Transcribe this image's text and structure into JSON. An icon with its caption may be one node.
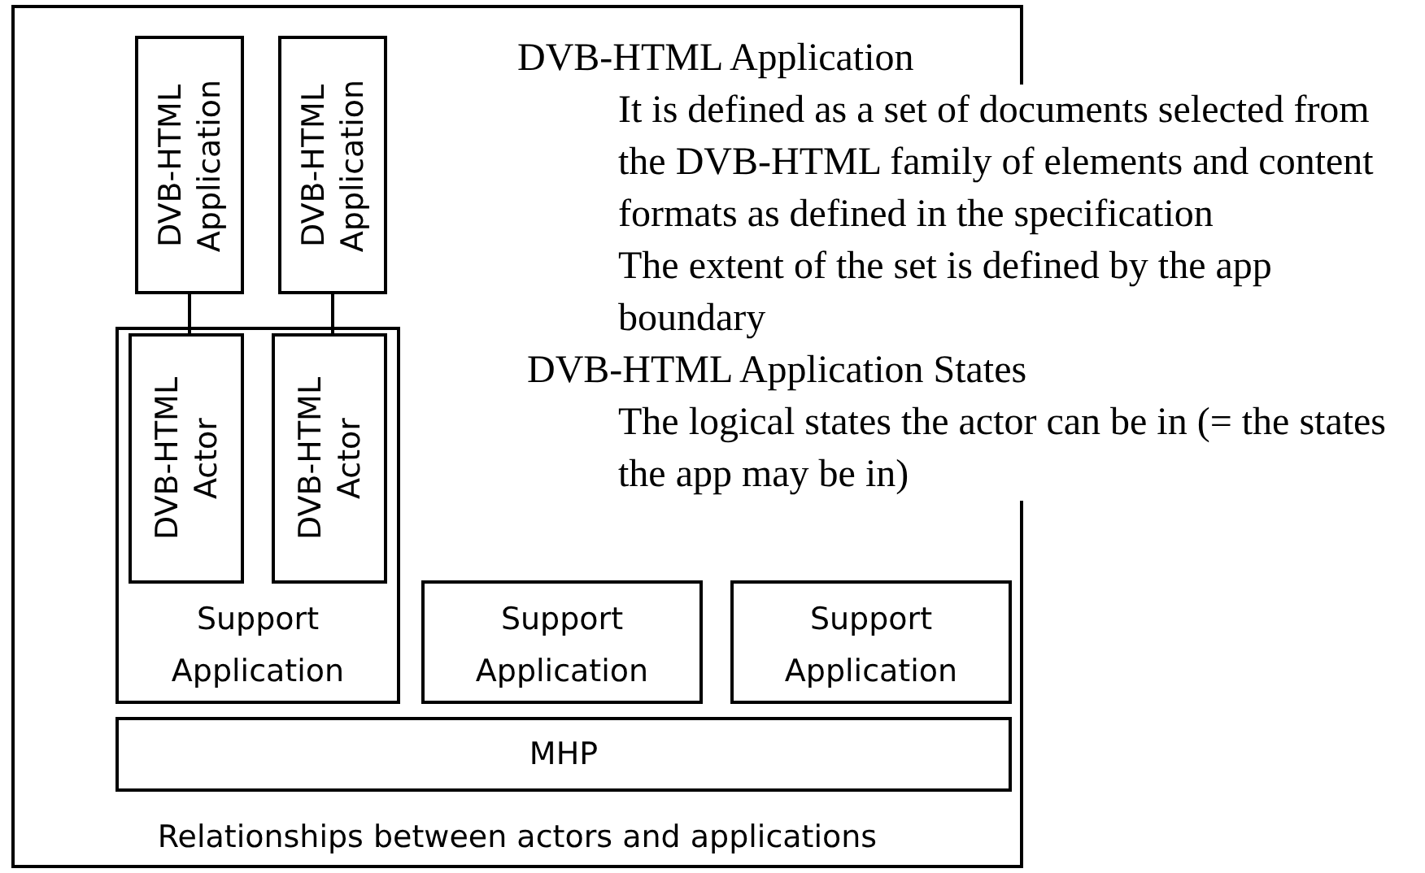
{
  "diagram": {
    "nodes": [
      {
        "text": [
          "Relationships between actors and applications"
        ]
      },
      {
        "text": [
          "DVB-HTML Application"
        ],
        "in": 0
      },
      {
        "text": [
          "DVB-HTML Application"
        ],
        "in": 0
      },
      {
        "text": [
          "Support Application"
        ],
        "in": 0
      },
      {
        "text": [
          "DVB-HTML Actor"
        ],
        "in": 3
      },
      {
        "text": [
          "DVB-HTML Actor"
        ],
        "in": 3
      },
      {
        "text": [
          "Support Application"
        ],
        "in": 0
      },
      {
        "text": [
          "Support Application"
        ],
        "in": 0
      },
      {
        "text": [
          "MHP"
        ],
        "in": 0
      }
    ],
    "edges": [
      {
        "from": 1,
        "to": 4,
        "arrow": "none"
      },
      {
        "from": 2,
        "to": 5,
        "arrow": "none"
      }
    ],
    "labels": [
      "DVB-HTML Application",
      "It is defined as a set of documents selected from the DVB-HTML family of elements and content formats as defined in the specification",
      "The extent of the set is defined by the app boundary",
      "DVB-HTML Application States",
      "The logical states the actor can be in (= the states the app may be in)"
    ]
  }
}
